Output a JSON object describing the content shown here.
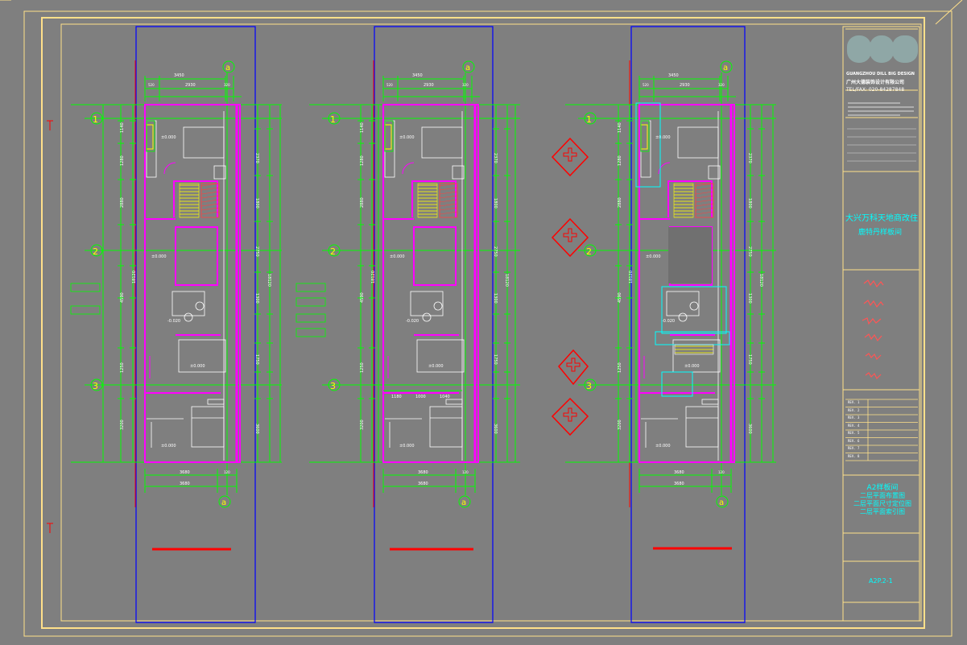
{
  "colors": {
    "background": "#7f7f7f",
    "frame": "#ffe08a",
    "wall": "#ff00ff",
    "dimension": "#00ff00",
    "grid_red": "#ff0000",
    "strip_blue": "#0000ff",
    "furniture": "#00ffff",
    "fixture": "#ffffff",
    "stair": "#ffff00"
  },
  "plans": {
    "axis_top": "a",
    "axis_bottom": "a",
    "row_axes": [
      "1",
      "2",
      "3"
    ],
    "dims_top": [
      "3450",
      "520",
      "2930",
      "320"
    ],
    "dims_bottom": [
      "3680",
      "120",
      "3680"
    ],
    "dims_left": [
      "1140",
      "1280",
      "2880",
      "4590",
      "1250",
      "3200",
      "18120"
    ],
    "dims_right": [
      "2370",
      "1800",
      "2750",
      "1300",
      "1750",
      "3600",
      "18120"
    ],
    "levels": [
      "±0.000",
      "±0.000",
      "-0.020",
      "±0.000",
      "±0.000"
    ],
    "dims_mid": [
      "1180",
      "1000",
      "1040"
    ]
  },
  "title_block": {
    "firm_line1": "GUANGZHOU DILL BIG DESIGN",
    "firm_line2": "广州大德装饰设计有限公司",
    "tel": "TEL/FAX: 020-84287848",
    "project_line1": "大兴万科天地商改住",
    "project_line2": "鹿特丹样板间",
    "revisions": [
      "REV. 1",
      "REV. 2",
      "REV. 3",
      "REV. 4",
      "REV. 5",
      "REV. 6",
      "REV. 7",
      "REV. 8"
    ],
    "drawing_title_lines": [
      "A2样板间",
      "二层平面布置图",
      "二层平面尺寸定位图",
      "二层平面索引图"
    ],
    "drawing_no": "A2P.2-1"
  }
}
